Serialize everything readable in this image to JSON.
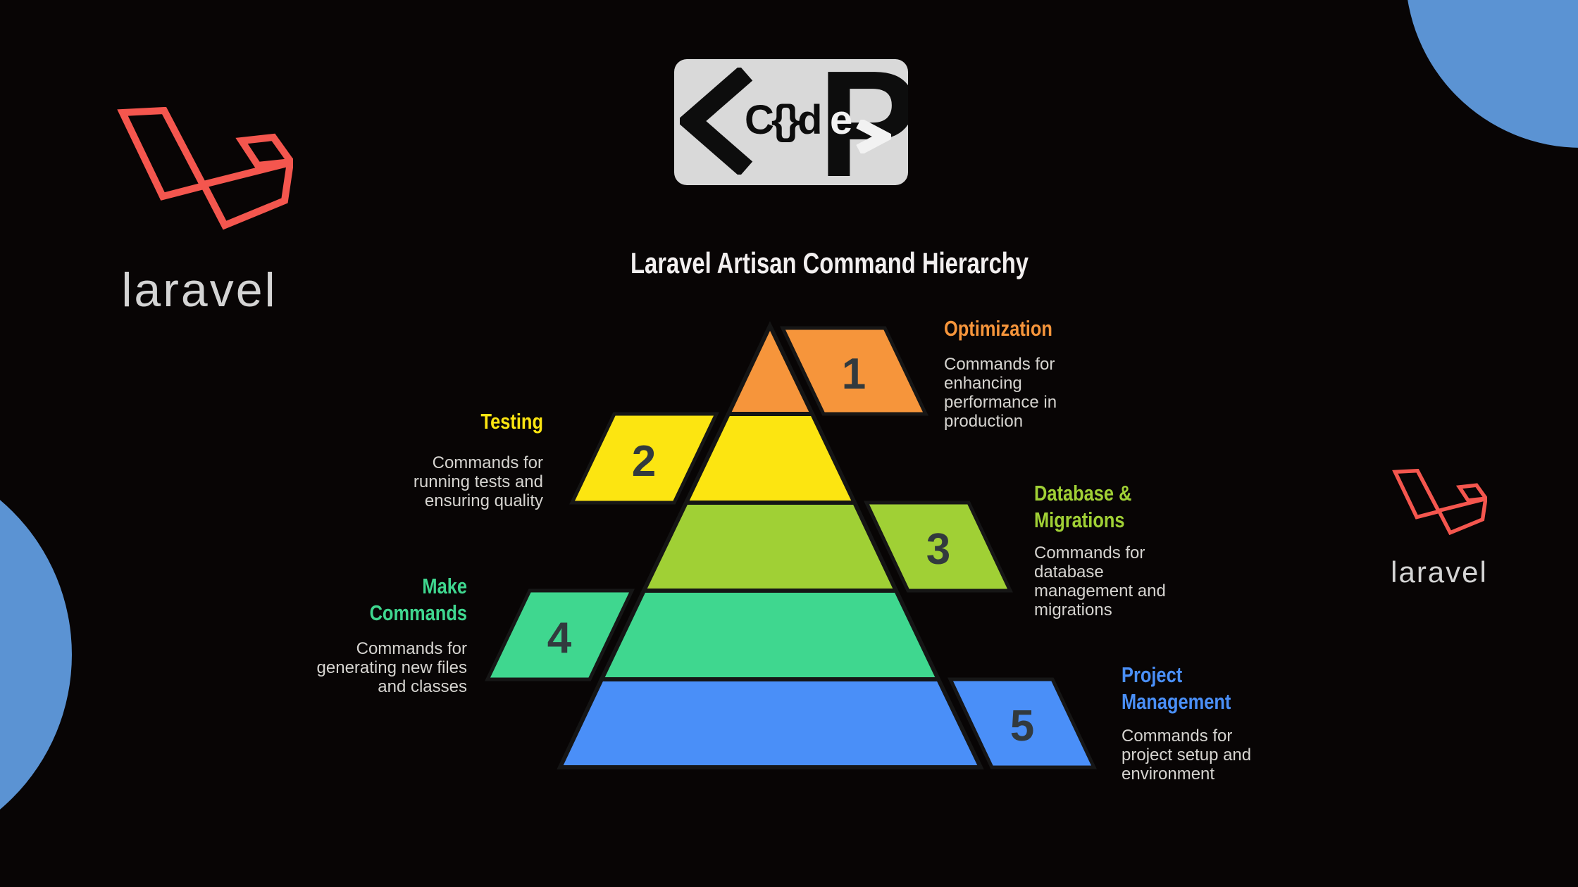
{
  "page": {
    "title": "Laravel Artisan Command Hierarchy",
    "background": "#080505"
  },
  "corners": {
    "blue": "#5B93D3"
  },
  "brand": {
    "wordmark": "laravel",
    "logo_color": "#F4564E",
    "wordmark_color": "#D4D4D4"
  },
  "badge": {
    "background": "#D9D9D9",
    "bracket_left": "<",
    "text_black": "C{}d",
    "text_white": "e",
    "letter": "P",
    "bracket_right": ">"
  },
  "pyramid": {
    "number_color": "#323A3E",
    "levels": [
      {
        "number": "1",
        "heading": "Optimization",
        "color": "#F6953B",
        "description": "Commands for\nenhancing\nperformance in\nproduction"
      },
      {
        "number": "2",
        "heading": "Testing",
        "color": "#FCE511",
        "description": "Commands for\nrunning tests and\nensuring quality"
      },
      {
        "number": "3",
        "heading": "Database &\nMigrations",
        "color": "#A0D035",
        "description": "Commands for\ndatabase\nmanagement and\nmigrations"
      },
      {
        "number": "4",
        "heading": "Make\nCommands",
        "color": "#3FD78F",
        "description": "Commands for\ngenerating new files\nand classes"
      },
      {
        "number": "5",
        "heading": "Project\nManagement",
        "color": "#4A8FF8",
        "description": "Commands for\nproject setup and\nenvironment"
      }
    ]
  }
}
